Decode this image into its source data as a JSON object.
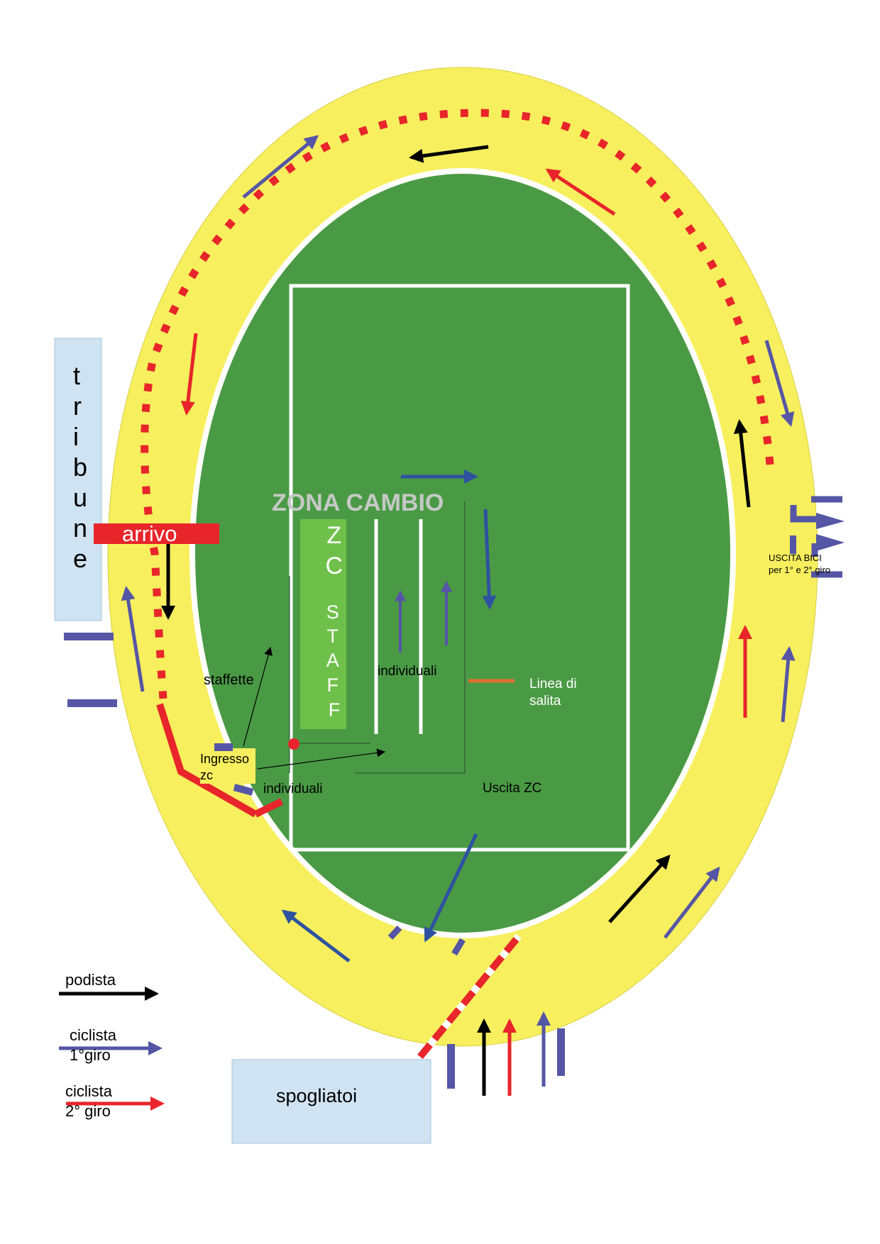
{
  "colors": {
    "track": "#f7ef5e",
    "field": "#4a9a45",
    "lines": "#ffffff",
    "staff_zone": "#6fc04a",
    "runner": "#000000",
    "cyclist_lap1": "#5556a5",
    "cyclist_lap2": "#e8252a",
    "boarding_line": "#e07030",
    "building": "#cfe3f3",
    "finish_bar": "#e8252a"
  },
  "labels": {
    "tribune": "tribune",
    "arrivo": "arrivo",
    "zona_cambio": "ZONA CAMBIO",
    "zc_staff": "ZC STAFF",
    "staffette": "staffette",
    "ingresso_zc": "Ingresso zc",
    "individuali_top": "individuali",
    "individuali_bottom": "individuali",
    "linea_di_salita": "Linea di salita",
    "uscita_zc": "Uscita ZC",
    "uscita_bici": "USCITA BICI per 1° e 2° giro",
    "spogliatoi": "spogliatoi"
  },
  "legend": {
    "items": [
      {
        "label": "podista",
        "icon": "black-arrow-icon"
      },
      {
        "label": "ciclista 1°giro",
        "icon": "blue-arrow-icon"
      },
      {
        "label": "ciclista 2° giro",
        "icon": "red-arrow-icon"
      }
    ]
  }
}
